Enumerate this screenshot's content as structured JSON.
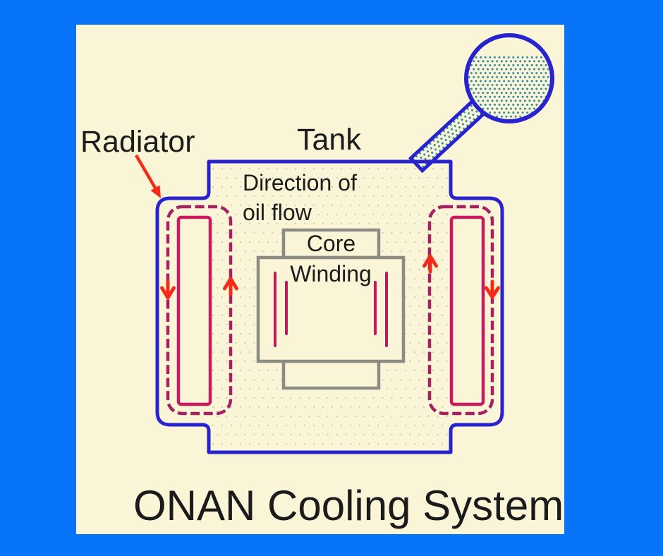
{
  "title": "ONAN Cooling System",
  "labels": {
    "radiator": "Radiator",
    "tank": "Tank",
    "flow_direction": {
      "line1": "Direction of",
      "line2": "oil flow"
    },
    "core": "Core",
    "winding": "Winding"
  },
  "icons": {
    "radiator_pointer": "red-arrow-pointing-down-right-to-radiator",
    "flow_left_outer": "red-arrow-down",
    "flow_left_inner": "red-arrow-up",
    "flow_right_inner": "red-arrow-up",
    "flow_right_outer": "red-arrow-down",
    "conservator": "circle-tank-with-oil-dots",
    "pipe": "diagonal-pipe-with-oil-dots"
  },
  "colors": {
    "background_blue": "#0874fa",
    "panel_cream": "#fbf5d7",
    "outline_blue": "#2823ce",
    "oil_loop_dashed_crimson": "#a62161",
    "oil_loop_solid_crimson": "#cb195f",
    "winding_crimson": "#bf1a5c",
    "core_gray": "#8c8c84",
    "oil_dots_teal": "#2e86a0",
    "tank_dots_gray": "#c9c9b7",
    "arrow_red": "#f62a18",
    "text_black": "#1b1b1b"
  }
}
